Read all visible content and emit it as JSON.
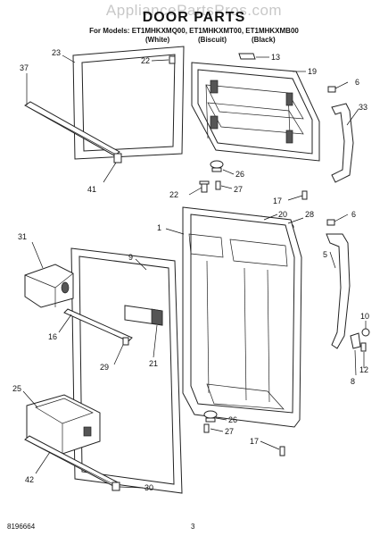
{
  "header": {
    "watermark": "AppliancePartsPros.com",
    "title": "DOOR PARTS",
    "models": "For Models: ET1MHKXMQ00, ET1MHKXMT00, ET1MHKXMB00",
    "variants": [
      "(White)",
      "(Biscuit)",
      "(Black)"
    ]
  },
  "callouts": {
    "c37": "37",
    "c23": "23",
    "c22a": "22",
    "c13": "13",
    "c19": "19",
    "c6a": "6",
    "c33": "33",
    "c41": "41",
    "c26a": "26",
    "c27a": "27",
    "c22b": "22",
    "c17a": "17",
    "c20": "20",
    "c28": "28",
    "c6b": "6",
    "c1": "1",
    "c31": "31",
    "c9": "9",
    "c5": "5",
    "c16": "16",
    "c21": "21",
    "c29": "29",
    "c10": "10",
    "c8": "8",
    "c12": "12",
    "c25": "25",
    "c26b": "26",
    "c27b": "27",
    "c17b": "17",
    "c42": "42",
    "c30": "30"
  },
  "footer": {
    "code": "8196664",
    "page": "3"
  }
}
